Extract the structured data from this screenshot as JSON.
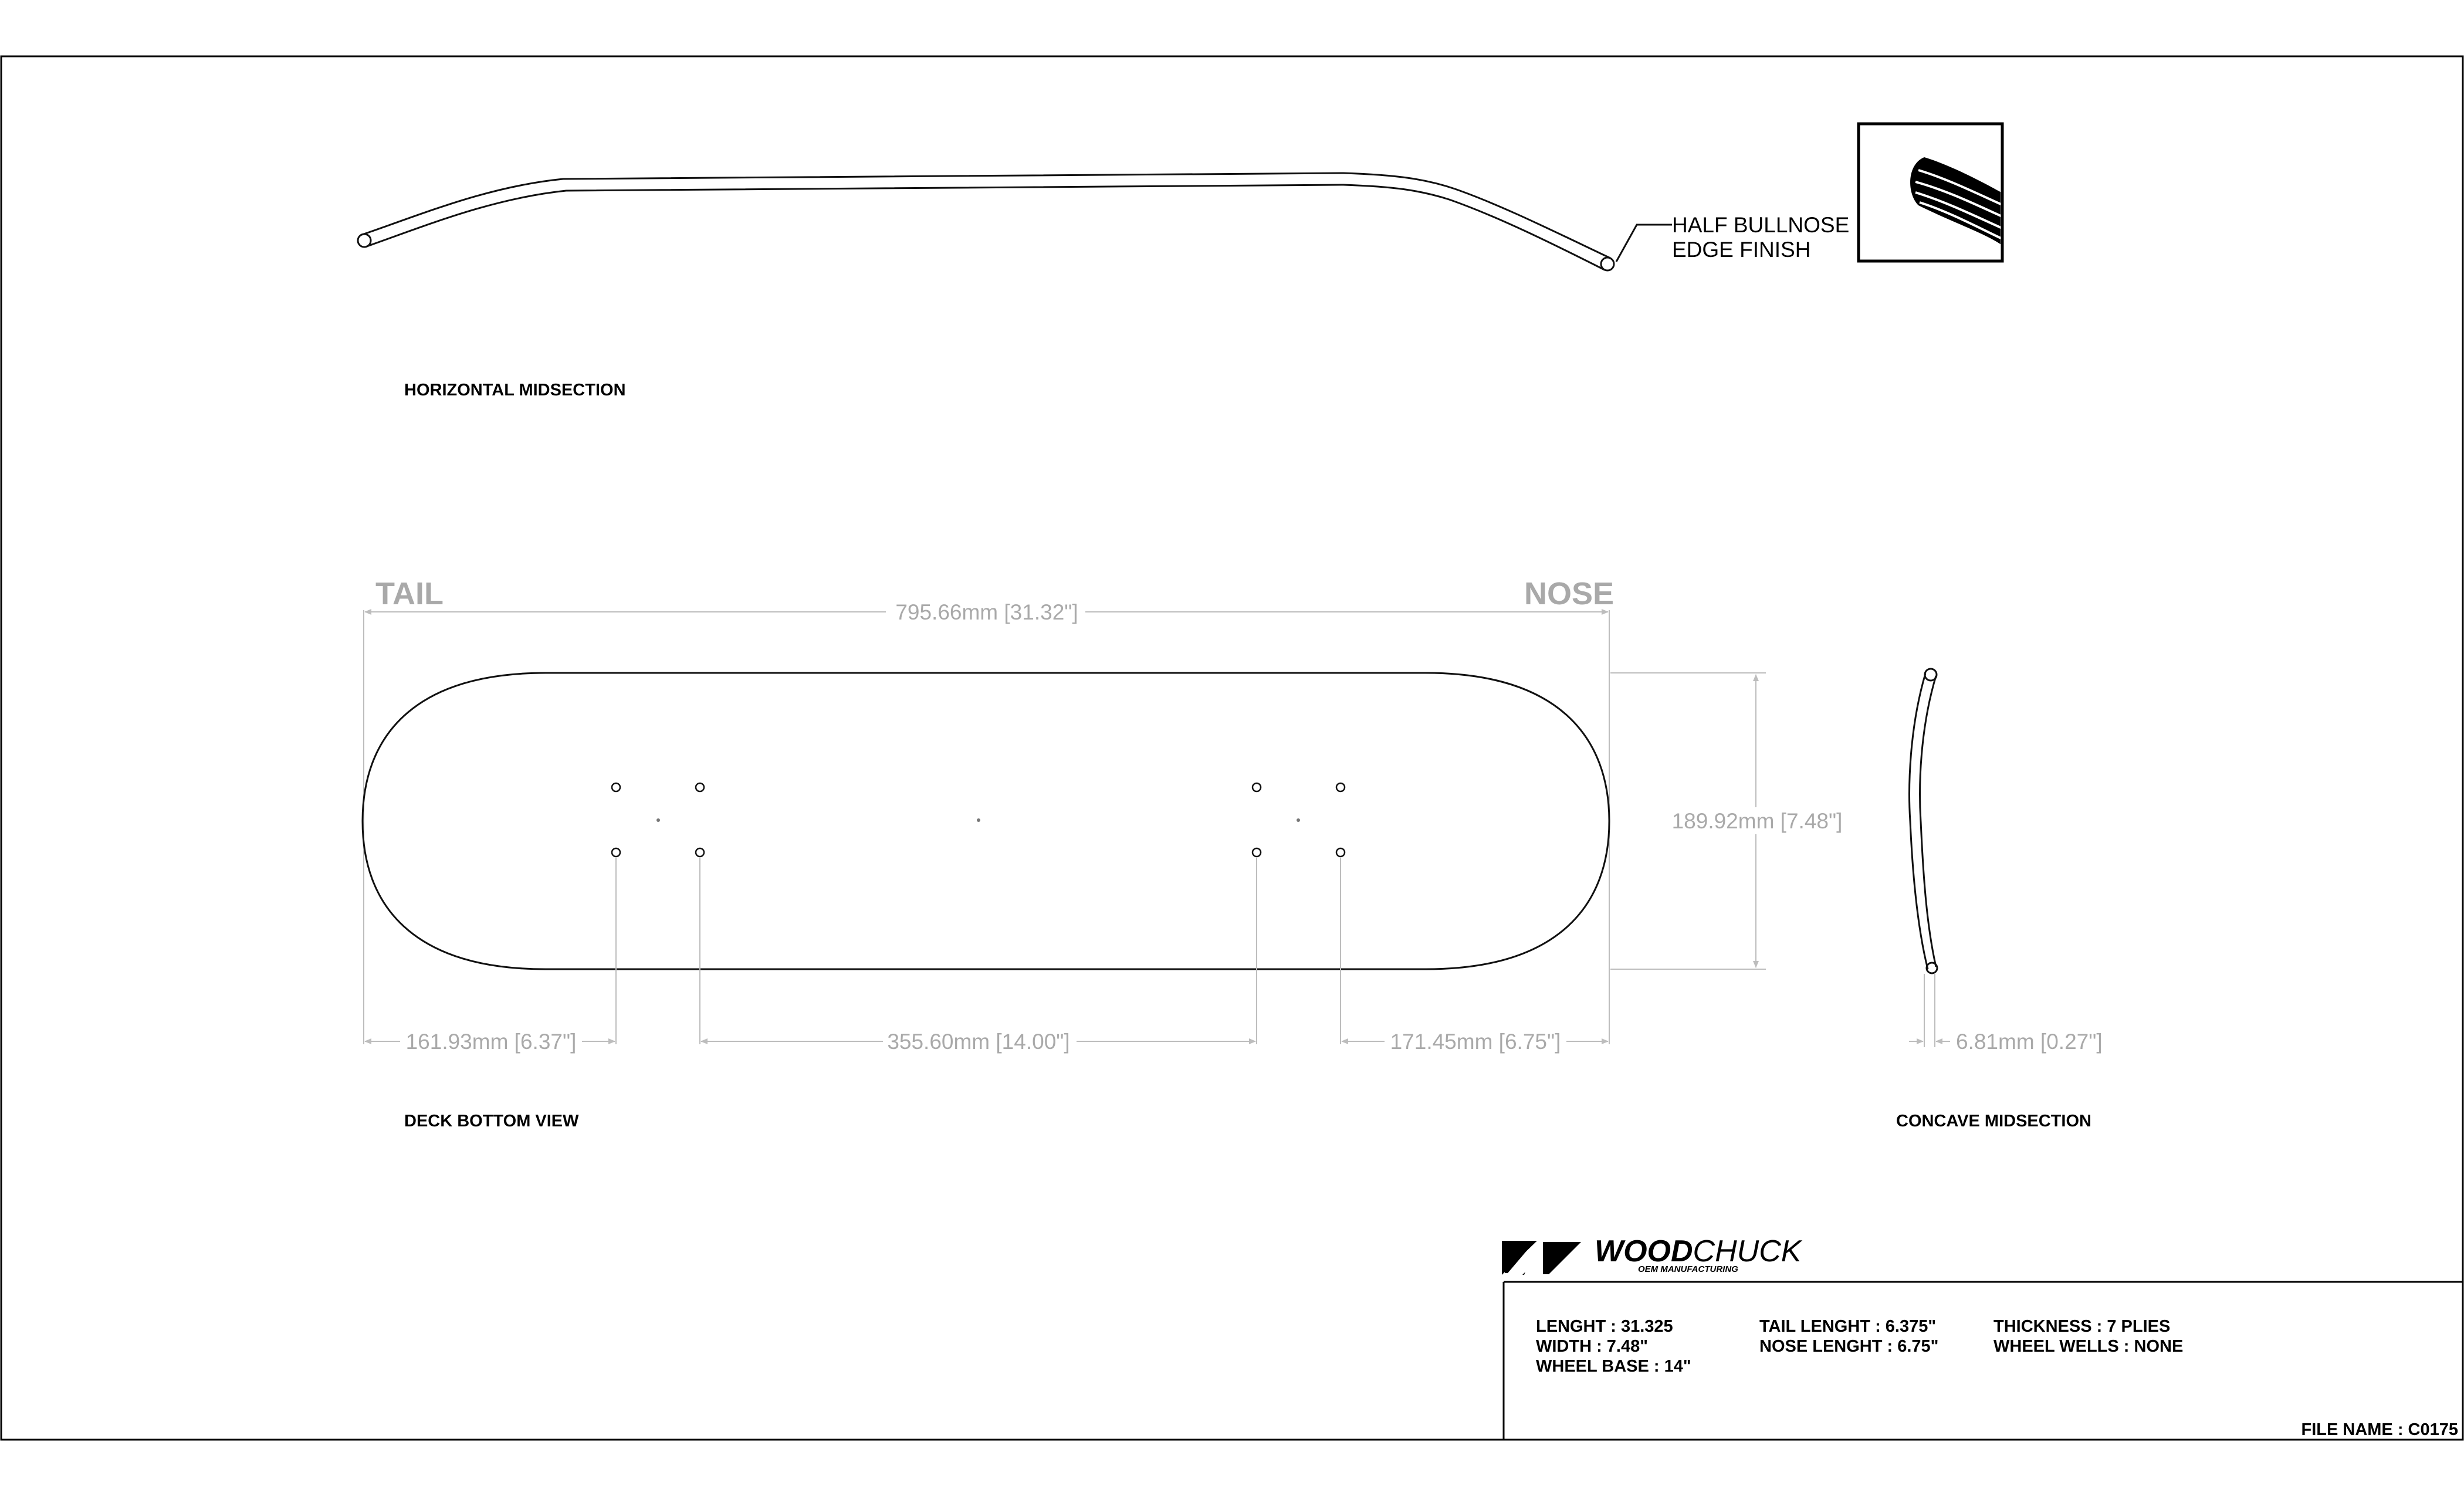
{
  "views": {
    "horizontal_title": "HORIZONTAL MIDSECTION",
    "bottom_title": "DECK BOTTOM VIEW",
    "concave_title": "CONCAVE  MIDSECTION"
  },
  "callout": {
    "line1": "HALF BULLNOSE",
    "line2": "EDGE FINISH"
  },
  "ends": {
    "tail": "TAIL",
    "nose": "NOSE"
  },
  "dimensions": {
    "overall_length": "795.66mm [31.32\"]",
    "width": "189.92mm [7.48\"]",
    "tail_length": "161.93mm [6.37\"]",
    "wheel_base": "355.60mm [14.00\"]",
    "nose_length": "171.45mm [6.75\"]",
    "thickness": "6.81mm [0.27\"]"
  },
  "title_block": {
    "brand_name": "WOODCHUCK",
    "brand_bold": "WOOD",
    "brand_rest": "CHUCK",
    "brand_tagline": "OEM MANUFACTURING",
    "specs": {
      "length": "LENGHT : 31.325",
      "width": "WIDTH : 7.48\"",
      "wheel_base": "WHEEL BASE : 14\"",
      "tail_length": "TAIL LENGHT : 6.375\"",
      "nose_length": "NOSE LENGHT : 6.75\"",
      "thickness": "THICKNESS : 7 PLIES",
      "wheel_wells": "WHEEL WELLS : NONE"
    },
    "file_name": "FILE NAME : C0175"
  },
  "colors": {
    "line": "#111111",
    "dimension": "#a9a9a9",
    "text": "#000000"
  }
}
